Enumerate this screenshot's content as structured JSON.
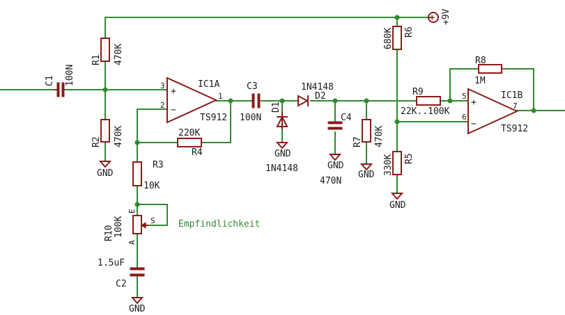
{
  "supply": {
    "label": "+9V",
    "symbol": "+"
  },
  "gnd": "GND",
  "components": {
    "c1": {
      "name": "C1",
      "value": "100N"
    },
    "r1": {
      "name": "R1",
      "value": "470K"
    },
    "r2": {
      "name": "R2",
      "value": "470K"
    },
    "ic1a": {
      "name": "IC1A",
      "value": "TS912",
      "pin_plus": "3",
      "pin_minus": "2",
      "pin_out": "1",
      "plus": "+",
      "minus": "−"
    },
    "c3": {
      "name": "C3",
      "value": "100N"
    },
    "d1": {
      "name": "D1",
      "value": "1N4148"
    },
    "d2": {
      "name": "D2",
      "value": "1N4148"
    },
    "c4": {
      "name": "C4",
      "value": "470N"
    },
    "r7": {
      "name": "R7",
      "value": "470K"
    },
    "r4": {
      "name": "R4",
      "value": "220K"
    },
    "r3": {
      "name": "R3",
      "value": "10K"
    },
    "r10": {
      "name": "R10",
      "value": "100K",
      "pin_e": "E",
      "pin_a": "A",
      "pin_s": "S"
    },
    "c2": {
      "name": "C2",
      "value": "1.5uF"
    },
    "r6": {
      "name": "R6",
      "value": "680K"
    },
    "r5": {
      "name": "R5",
      "value": "330K"
    },
    "r9": {
      "name": "R9",
      "value": "22K..100K"
    },
    "r8": {
      "name": "R8",
      "value": "1M"
    },
    "ic1b": {
      "name": "IC1B",
      "value": "TS912",
      "pin_plus": "5",
      "pin_minus": "6",
      "pin_out": "7",
      "plus": "+",
      "minus": "−"
    }
  },
  "net_label": "Empfindlichkeit"
}
